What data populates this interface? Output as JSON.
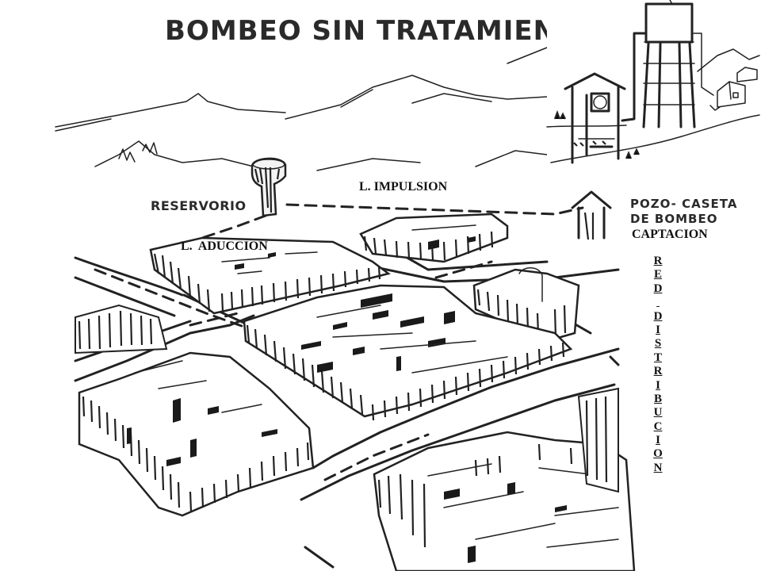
{
  "title": "BOMBEO SIN TRATAMIENTO",
  "labels": {
    "reservorio": "RESERVORIO",
    "impulsion": "L. IMPULSION",
    "aduccion": "L.  ADUCCION",
    "pozo_line1": "POZO- CASETA",
    "pozo_line2": "DE BOMBEO",
    "captacion": "CAPTACION",
    "red_distribucion": "RED DISTRIBUCION"
  }
}
